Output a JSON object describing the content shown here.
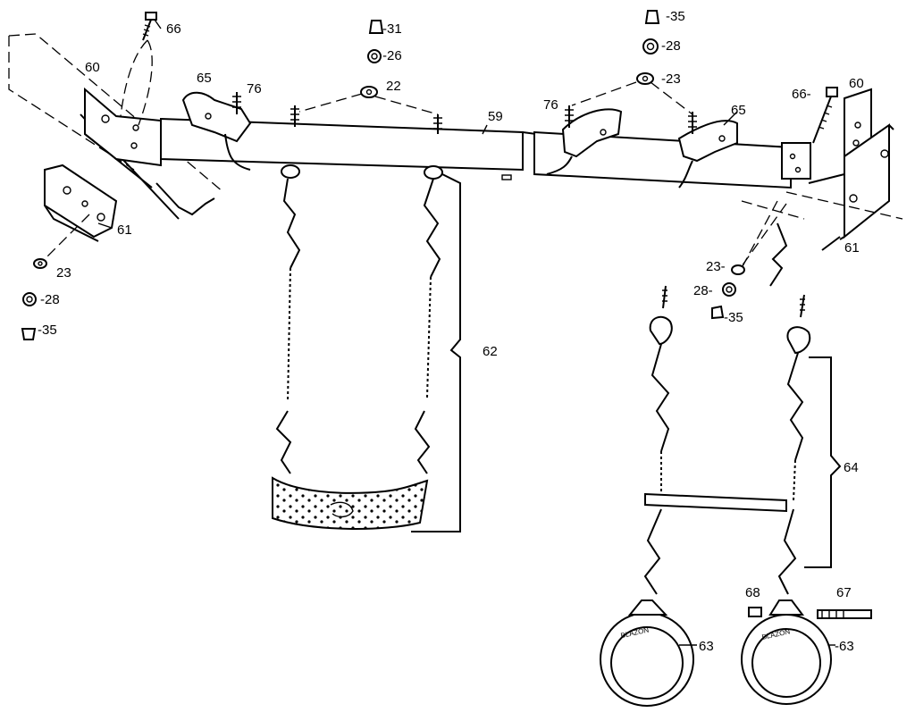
{
  "figure": {
    "callouts": {
      "c66_left": "66",
      "c60_left": "60",
      "c65_left": "65",
      "c76_left": "76",
      "c31": "-31",
      "c26": "-26",
      "c22": "22",
      "c59": "59",
      "c61_left": "61",
      "c23_left": "23",
      "c28_left": "-28",
      "c35_left": "-35",
      "c62": "62",
      "c35_top": "-35",
      "c28_top": "-28",
      "c23_top": "-23",
      "c76_right": "76",
      "c65_right": "65",
      "c66_right": "66-",
      "c60_right": "60",
      "c61_right": "61",
      "c23_mid": "23-",
      "c28_mid": "28-",
      "c35_mid": "-35",
      "c64": "64",
      "c68": "68",
      "c67": "67",
      "c63_left": "63",
      "c63_right": "-63"
    },
    "ring_text": "BLAZON"
  }
}
